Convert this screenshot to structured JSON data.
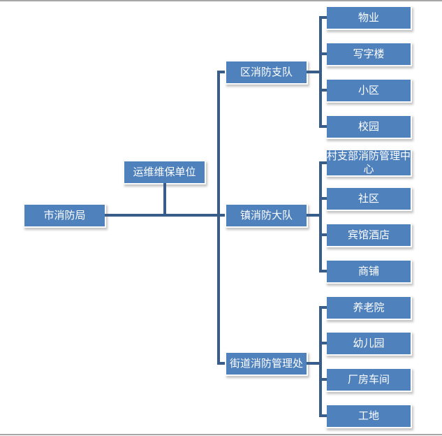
{
  "colors": {
    "node_fill": "#4F81BD",
    "node_border": "#FBFBFB",
    "node_text": "#FFFFFF",
    "connector": "#385D8A",
    "frame_line": "#A6A6A6"
  },
  "diagram": {
    "type": "org-chart",
    "root": {
      "id": "city-fire-bureau",
      "label": "市消防局"
    },
    "aux": {
      "id": "maintenance-unit",
      "label": "运维维保单位"
    },
    "branches": [
      {
        "id": "district-fire-detachment",
        "label": "区消防支队",
        "children": [
          {
            "id": "property-management",
            "label": "物业"
          },
          {
            "id": "office-building",
            "label": "写字楼"
          },
          {
            "id": "residential-community",
            "label": "小区"
          },
          {
            "id": "campus",
            "label": "校园"
          }
        ]
      },
      {
        "id": "town-fire-brigade",
        "label": "镇消防大队",
        "children": [
          {
            "id": "village-branch-fire-mgmt-center",
            "label": "村支部消防管理中心"
          },
          {
            "id": "community",
            "label": "社区"
          },
          {
            "id": "hotel",
            "label": "宾馆酒店"
          },
          {
            "id": "shops",
            "label": "商铺"
          }
        ]
      },
      {
        "id": "street-fire-mgmt-office",
        "label": "街道消防管理处",
        "children": [
          {
            "id": "nursing-home",
            "label": "养老院"
          },
          {
            "id": "kindergarten",
            "label": "幼儿园"
          },
          {
            "id": "factory-workshop",
            "label": "厂房车间"
          },
          {
            "id": "construction-site",
            "label": "工地"
          }
        ]
      }
    ]
  }
}
